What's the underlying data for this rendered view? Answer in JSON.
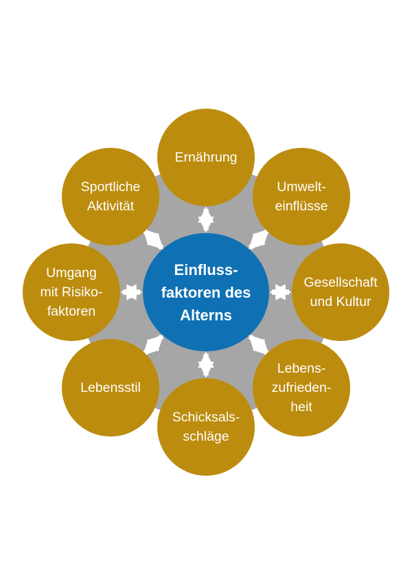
{
  "diagram": {
    "center": {
      "lines": [
        "Einfluss-",
        "faktoren des",
        "Alterns"
      ],
      "label": "Einflussfaktoren des Alterns"
    },
    "nodes": [
      {
        "id": "ernaehrung",
        "position": "top",
        "label": "Ernährung",
        "lines": [
          "Ernährung"
        ]
      },
      {
        "id": "umwelteinfluesse",
        "position": "top-right",
        "label": "Umwelteinflüsse",
        "lines": [
          "Umwelt-",
          "einflüsse"
        ]
      },
      {
        "id": "gesellschaft-und-kultur",
        "position": "right",
        "label": "Gesellschaft und Kultur",
        "lines": [
          "Gesellschaft",
          "und Kultur"
        ]
      },
      {
        "id": "lebenszufriedenheit",
        "position": "bottom-right",
        "label": "Lebenszufriedenheit",
        "lines": [
          "Lebens-",
          "zufrieden-",
          "heit"
        ]
      },
      {
        "id": "schicksalsschlaege",
        "position": "bottom",
        "label": "Schicksalsschläge",
        "lines": [
          "Schicksals-",
          "schläge"
        ]
      },
      {
        "id": "lebensstil",
        "position": "bottom-left",
        "label": "Lebensstil",
        "lines": [
          "Lebensstil"
        ]
      },
      {
        "id": "umgang-mit-risikofaktoren",
        "position": "left",
        "label": "Umgang mit Risikofaktoren",
        "lines": [
          "Umgang",
          "mit Risiko-",
          "faktoren"
        ]
      },
      {
        "id": "sportliche-aktivitaet",
        "position": "top-left",
        "label": "Sportliche Aktivität",
        "lines": [
          "Sportliche",
          "Aktivität"
        ]
      }
    ],
    "connector_icon": "double-headed-arrow-icon",
    "colors": {
      "node": "#BC8C0E",
      "center": "#0F71B4",
      "ring": "#A6A6A6",
      "arrow": "#FFFFFF",
      "text": "#FFFFFF",
      "background": "#FFFFFF"
    }
  }
}
